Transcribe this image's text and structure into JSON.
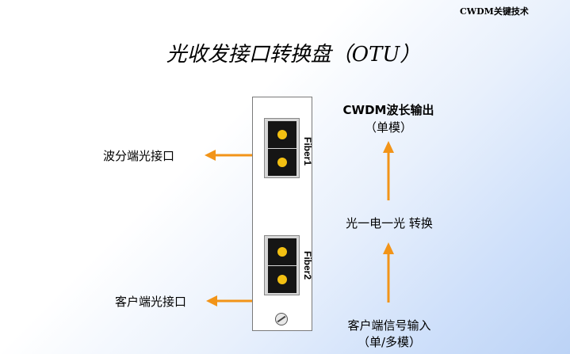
{
  "header": {
    "tag": "CWDM关键技术"
  },
  "title": "光收发接口转换盘（OTU）",
  "card": {
    "fiber1_label": "Fiber1",
    "fiber2_label": "Fiber2"
  },
  "left_labels": {
    "wdm_port": "波分端光接口",
    "client_port": "客户端光接口"
  },
  "right_labels": {
    "cwdm_output_line1": "CWDM波长输出",
    "cwdm_output_line2": "（单模）",
    "conversion": "光一电一光 转换",
    "client_input_line1": "客户端信号输入",
    "client_input_line2": "（单/多模）"
  },
  "colors": {
    "arrow": "#f29418",
    "port_core": "#f3c012"
  }
}
